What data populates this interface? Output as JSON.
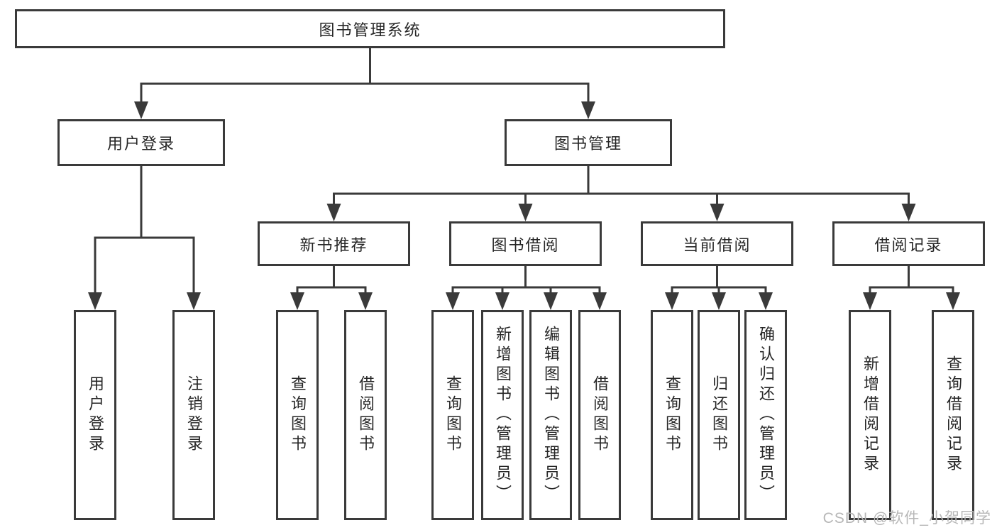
{
  "nodes": {
    "root": "图书管理系统",
    "user_login": "用户登录",
    "book_mgmt": "图书管理",
    "new_books": "新书推荐",
    "book_borrow": "图书借阅",
    "current_borrow": "当前借阅",
    "borrow_records": "借阅记录",
    "leaves": {
      "user_login": [
        "用户登录",
        "注销登录"
      ],
      "new_books": [
        "查询图书",
        "借阅图书"
      ],
      "book_borrow": [
        "查询图书",
        "新增图书（管理员）",
        "编辑图书（管理员）",
        "借阅图书"
      ],
      "current_borrow": [
        "查询图书",
        "归还图书",
        "确认归还（管理员）"
      ],
      "borrow_records": [
        "新增借阅记录",
        "查询借阅记录"
      ]
    }
  },
  "watermark": "CSDN @软件_小贺同学",
  "colors": {
    "line": "#3a3a3a",
    "text": "#262626",
    "box_fill": "#ffffff",
    "watermark": "#b7b7b7",
    "background": "#ffffff"
  }
}
